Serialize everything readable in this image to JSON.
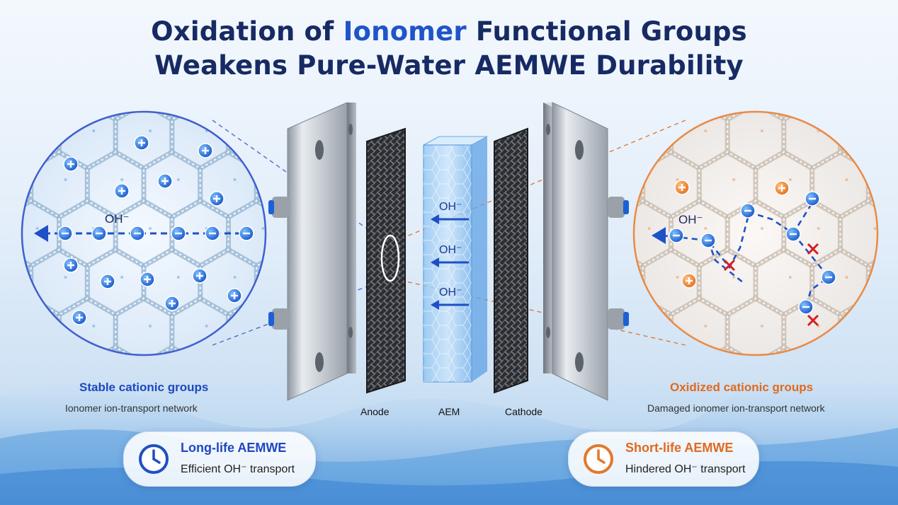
{
  "title": {
    "line1_pre": "Oxidation of ",
    "line1_highlight": "Ionomer",
    "line1_post": " Functional Groups",
    "line2": "Weakens Pure-Water AEMWE Durability"
  },
  "left_panel": {
    "ion_label": "OH⁻",
    "caption_title": "Stable cationic groups",
    "caption_sub": "Ionomer ion-transport network"
  },
  "right_panel": {
    "ion_label": "OH⁻",
    "caption_title": "Oxidized cationic groups",
    "caption_sub": "Damaged ionomer ion-transport network"
  },
  "cell": {
    "ion_labels": [
      "OH⁻",
      "OH⁻",
      "OH⁻"
    ],
    "anode_label": "Anode",
    "aem_label": "AEM",
    "cathode_label": "Cathode"
  },
  "cards": {
    "long": {
      "title": "Long-life AEMWE",
      "sub": "Efficient OH⁻ transport"
    },
    "short": {
      "title": "Short-life AEMWE",
      "sub": "Hindered OH⁻ transport"
    }
  },
  "colors": {
    "navy": "#172a63",
    "accent_blue": "#1f55c9",
    "accent_orange": "#e3782c",
    "defect_red": "#d42020"
  },
  "icons": [
    "clock-icon",
    "plus-icon",
    "minus-icon",
    "x-mark-icon",
    "arrow-left-icon"
  ]
}
